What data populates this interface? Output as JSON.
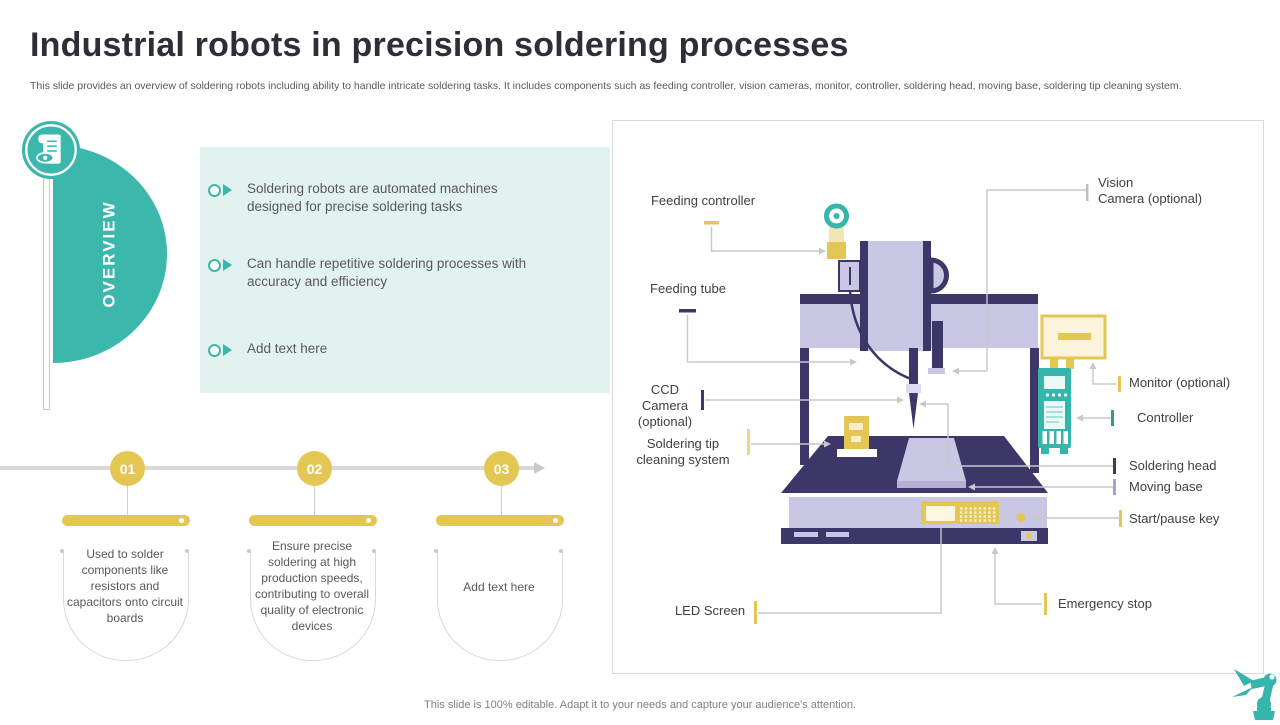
{
  "slide": {
    "title": "Industrial robots in precision soldering processes",
    "subtitle": "This slide provides an overview of soldering robots including ability to handle intricate soldering tasks. It includes components such as feeding controller, vision cameras, monitor, controller, soldering head, moving base, soldering tip cleaning system.",
    "footer": "This slide is 100% editable. Adapt it to your needs and capture your audience's attention."
  },
  "overview": {
    "heading": "OVERVIEW",
    "bullets": [
      "Soldering robots are automated machines designed for precise soldering tasks",
      "Can handle repetitive soldering processes with accuracy and efficiency",
      "Add text here"
    ]
  },
  "timeline": {
    "steps": [
      {
        "number": "01",
        "text": "Used to solder components like resistors and capacitors onto circuit boards"
      },
      {
        "number": "02",
        "text": "Ensure precise soldering at high production speeds, contributing to overall quality of electronic devices"
      },
      {
        "number": "03",
        "text": "Add text here"
      }
    ]
  },
  "diagram": {
    "labels": {
      "feeding_controller": "Feeding controller",
      "feeding_tube": "Feeding tube",
      "ccd_camera": "CCD Camera (optional)",
      "soldering_tip_cleaning": "Soldering tip cleaning system",
      "led_screen": "LED Screen",
      "vision_camera_line1": "Vision",
      "vision_camera_line2": "Camera (optional)",
      "monitor": "Monitor (optional)",
      "controller": "Controller",
      "soldering_head": "Soldering head",
      "moving_base": "Moving base",
      "start_pause_key": "Start/pause key",
      "emergency_stop": "Emergency stop"
    }
  },
  "colors": {
    "teal": "#3cb7ac",
    "gold": "#e4c653",
    "navy": "#3c3768",
    "lavender": "#c9c7e3"
  }
}
